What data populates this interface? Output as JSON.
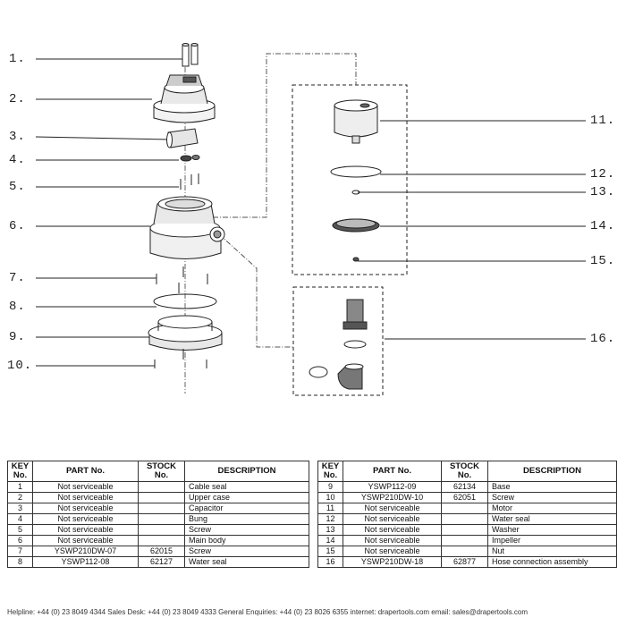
{
  "key_labels": [
    "1.",
    "2.",
    "3.",
    "4.",
    "5.",
    "6.",
    "7.",
    "8.",
    "9.",
    "10.",
    "11.",
    "12.",
    "13.",
    "14.",
    "15.",
    "16."
  ],
  "table_headers": {
    "key": "KEY No.",
    "part": "PART No.",
    "stock": "STOCK No.",
    "description": "DESCRIPTION"
  },
  "parts_left": [
    {
      "key": "1",
      "part": "Not serviceable",
      "stock": "",
      "description": "Cable seal"
    },
    {
      "key": "2",
      "part": "Not serviceable",
      "stock": "",
      "description": "Upper case"
    },
    {
      "key": "3",
      "part": "Not serviceable",
      "stock": "",
      "description": "Capacitor"
    },
    {
      "key": "4",
      "part": "Not serviceable",
      "stock": "",
      "description": "Bung"
    },
    {
      "key": "5",
      "part": "Not serviceable",
      "stock": "",
      "description": "Screw"
    },
    {
      "key": "6",
      "part": "Not serviceable",
      "stock": "",
      "description": "Main body"
    },
    {
      "key": "7",
      "part": "YSWP210DW-07",
      "stock": "62015",
      "description": "Screw"
    },
    {
      "key": "8",
      "part": "YSWP112-08",
      "stock": "62127",
      "description": "Water seal"
    }
  ],
  "parts_right": [
    {
      "key": "9",
      "part": "YSWP112-09",
      "stock": "62134",
      "description": "Base"
    },
    {
      "key": "10",
      "part": "YSWP210DW-10",
      "stock": "62051",
      "description": "Screw"
    },
    {
      "key": "11",
      "part": "Not serviceable",
      "stock": "",
      "description": "Motor"
    },
    {
      "key": "12",
      "part": "Not serviceable",
      "stock": "",
      "description": "Water seal"
    },
    {
      "key": "13",
      "part": "Not serviceable",
      "stock": "",
      "description": "Washer"
    },
    {
      "key": "14",
      "part": "Not serviceable",
      "stock": "",
      "description": "Impeller"
    },
    {
      "key": "15",
      "part": "Not serviceable",
      "stock": "",
      "description": "Nut"
    },
    {
      "key": "16",
      "part": "YSWP210DW-18",
      "stock": "62877",
      "description": "Hose connection assembly"
    }
  ],
  "footer": "Helpline: +44 (0) 23 8049 4344   Sales Desk: +44 (0) 23 8049 4333   General Enquiries: +44 (0) 23 8026 6355   internet: drapertools.com   email: sales@drapertools.com"
}
